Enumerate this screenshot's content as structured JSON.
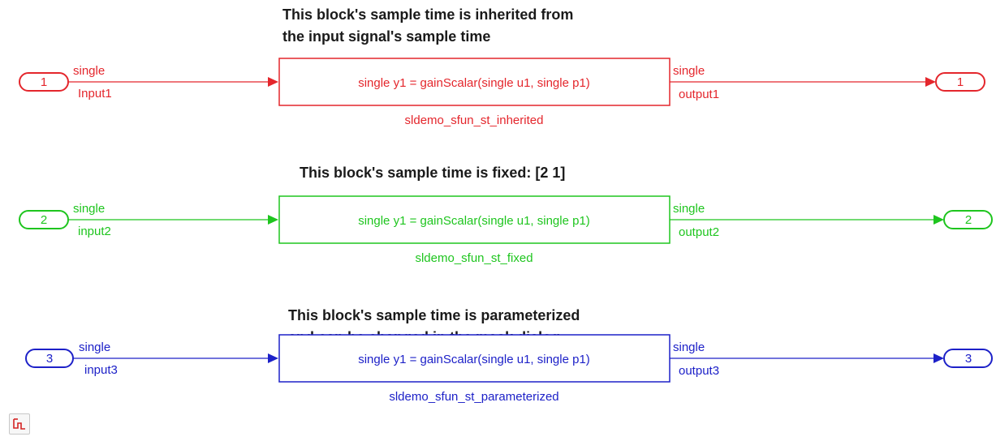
{
  "colors": {
    "row1": "#e4262c",
    "row2": "#1ec51e",
    "row3": "#1d21c8"
  },
  "rows": [
    {
      "annotation_line1": "This block's sample time is inherited from",
      "annotation_line2": "the input signal's sample time",
      "in_port": "1",
      "in_type": "single",
      "in_name": "Input1",
      "block_text": "single y1 = gainScalar(single u1, single p1)",
      "block_name": "sldemo_sfun_st_inherited",
      "out_type": "single",
      "out_name": "output1",
      "out_port": "1"
    },
    {
      "annotation_line1": "This block's sample time is fixed: [2 1]",
      "annotation_line2": "",
      "in_port": "2",
      "in_type": "single",
      "in_name": "input2",
      "block_text": "single y1 = gainScalar(single u1, single p1)",
      "block_name": "sldemo_sfun_st_fixed",
      "out_type": "single",
      "out_name": "output2",
      "out_port": "2"
    },
    {
      "annotation_line1": "This block's sample time is parameterized",
      "annotation_line2": "and can be changed in the mask dialog",
      "in_port": "3",
      "in_type": "single",
      "in_name": "input3",
      "block_text": "single y1 = gainScalar(single u1, single p1)",
      "block_name": "sldemo_sfun_st_parameterized",
      "out_type": "single",
      "out_name": "output3",
      "out_port": "3"
    }
  ],
  "corner_button_icon": "sample-time-legend-icon"
}
